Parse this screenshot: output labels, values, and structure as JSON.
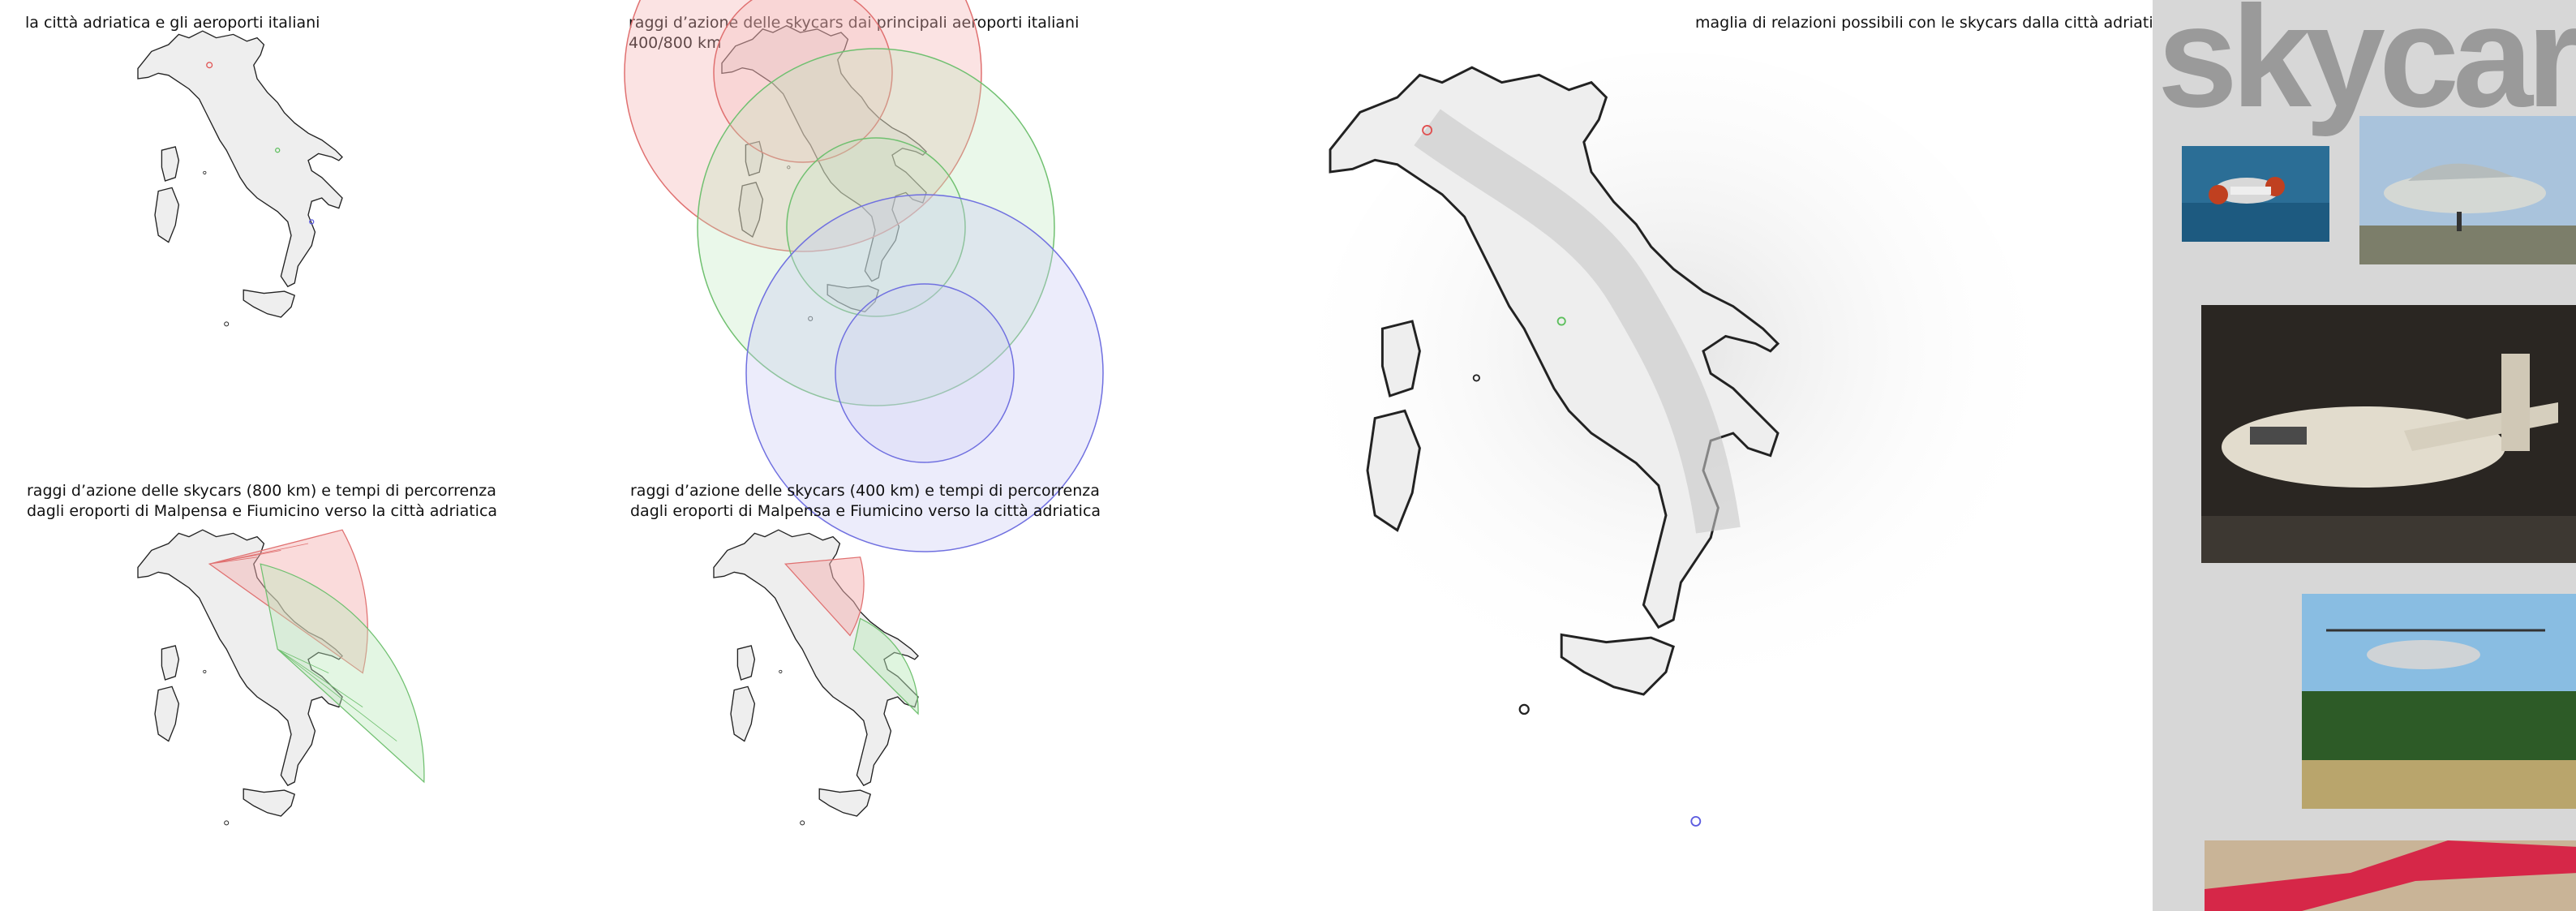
{
  "captions": {
    "airports": "la città adriatica e gli aeroporti italiani",
    "ranges_line1": "raggi d’azione delle skycars dai principali aeroporti italiani",
    "ranges_line2": "400/800 km",
    "sectors800_line1": "raggi d’azione delle skycars (800 km) e tempi di percorrenza",
    "sectors800_line2": "dagli eroporti di Malpensa e Fiumicino verso la città adriatica",
    "sectors400_line1": "raggi d’azione delle skycars (400 km) e tempi di percorrenza",
    "sectors400_line2": "dagli eroporti di Malpensa e Fiumicino verso la città adriatica",
    "network": "maglia di relazioni possibili con le skycars dalla città adriatica"
  },
  "sidebar": {
    "brand": "skycars"
  },
  "colors": {
    "north_airport": "#e05050",
    "central_airport": "#5cbf5c",
    "south_airport": "#5c5ce0",
    "map_fill": "#eeeeee",
    "map_stroke": "#222222",
    "sidebar_bg": "#d7d7d7",
    "brand_text": "#9a9a9a"
  },
  "photos": [
    {
      "subject": "jet-drone-icon"
    },
    {
      "subject": "flying-car-icon"
    },
    {
      "subject": "tiltrotor-exhibit-icon"
    },
    {
      "subject": "helicopter-field-icon"
    },
    {
      "subject": "red-aircraft-icon"
    }
  ]
}
